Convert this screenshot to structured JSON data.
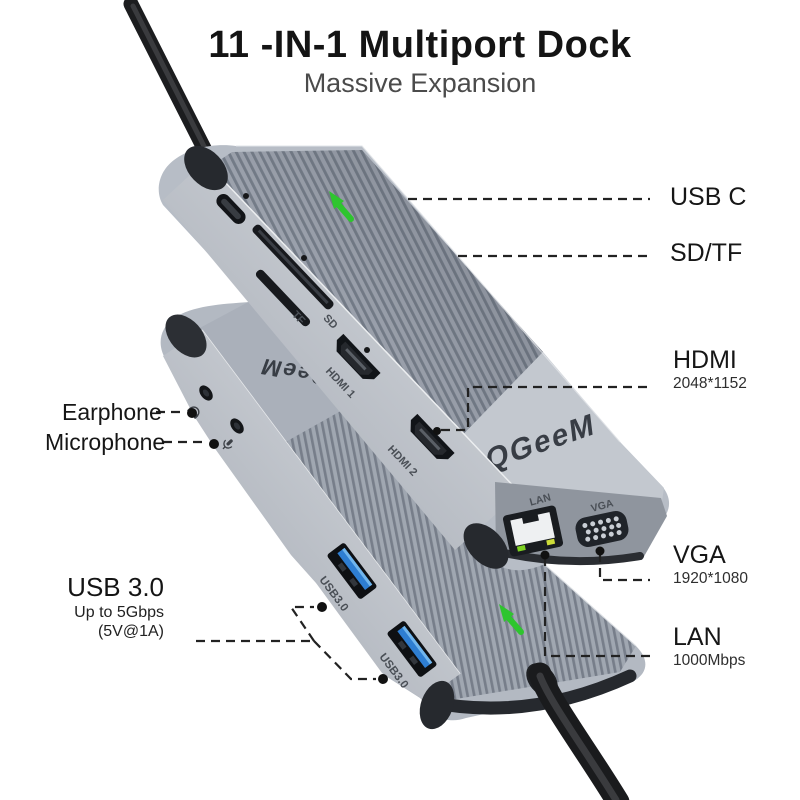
{
  "title": "11 -IN-1 Multiport Dock",
  "subtitle": "Massive Expansion",
  "brand": {
    "logo_top": "QGeeM",
    "logo_bottom": "QGeeM"
  },
  "callouts": {
    "usb_c": {
      "label": "USB C"
    },
    "sd_tf": {
      "label": "SD/TF"
    },
    "hdmi": {
      "label": "HDMI",
      "sub": "2048*1152"
    },
    "vga": {
      "label": "VGA",
      "sub": "1920*1080"
    },
    "lan": {
      "label": "LAN",
      "sub": "1000Mbps"
    },
    "earphone": {
      "label": "Earphone"
    },
    "microphone": {
      "label": "Microphone"
    },
    "usb3": {
      "label": "USB 3.0",
      "sub1": "Up to 5Gbps",
      "sub2": "(5V@1A)"
    }
  },
  "engravings": {
    "tf": "TF",
    "sd": "SD",
    "hdmi1": "HDMI 1",
    "hdmi2": "HDMI 2",
    "lan": "LAN",
    "vga": "VGA",
    "usb3_port1": "USB3.0",
    "usb3_port2": "USB3.0"
  },
  "colors": {
    "accent_green": "#2ec52e",
    "usb_blue": "#2e7ed2",
    "usb_blue_light": "#7cc0f2",
    "lan_led_green": "#7ed321",
    "lan_led_yellow": "#cddc39",
    "body_gray": "#b7bdc6",
    "dark": "#26292e",
    "leader": "#222222"
  }
}
